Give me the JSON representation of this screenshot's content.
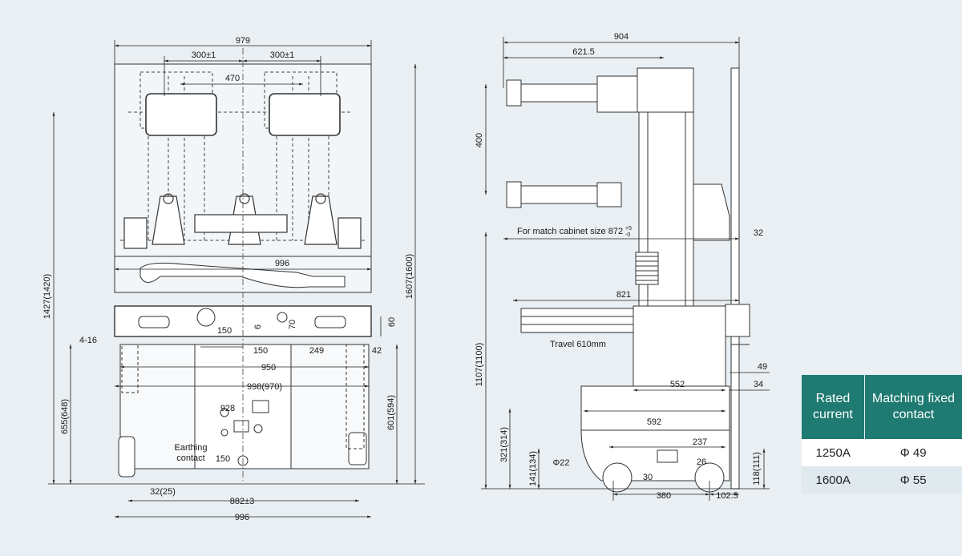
{
  "front_view": {
    "dims": {
      "d979": "979",
      "d300a": "300±1",
      "d300b": "300±1",
      "d470": "470",
      "d996_top": "996",
      "d1427": "1427(1420)",
      "d1607": "1607(1600)",
      "d4_16": "4-16",
      "d150_a": "150",
      "d6": "6",
      "d70": "70",
      "d60": "60",
      "d150_b": "150",
      "d249": "249",
      "d42": "42",
      "d950": "950",
      "d998": "998(970)",
      "d655": "655(648)",
      "d601": "601(594)",
      "d928": "928",
      "d150_c": "150",
      "d32": "32(25)",
      "d882": "882±3",
      "d996_bottom": "996"
    },
    "earthing_label_1": "Earthing",
    "earthing_label_2": "contact"
  },
  "side_view": {
    "dims": {
      "d904": "904",
      "d621": "621.5",
      "d400": "400",
      "d32": "32",
      "d821": "821",
      "d1107": "1107(1100)",
      "d49": "49",
      "d552": "552",
      "d34": "34",
      "d592": "592",
      "d321": "321(314)",
      "d237": "237",
      "d141": "141(134)",
      "d22": "Φ22",
      "d26": "26",
      "d30": "30",
      "d380": "380",
      "d102": "102.5",
      "d118": "118(111)"
    },
    "match_label": "For match cabinet size 872",
    "match_tol_upper": "+5",
    "match_tol_lower": "-0",
    "travel_label": "Travel 610mm"
  },
  "table": {
    "headers": [
      "Rated current",
      "Matching fixed contact"
    ],
    "rows": [
      [
        "1250A",
        "Φ 49"
      ],
      [
        "1600A",
        "Φ 55"
      ]
    ]
  },
  "colors": {
    "header_bg": "#1f7a72",
    "row_alt_bg": "#dfe9ee",
    "background": "#e9eff3"
  }
}
